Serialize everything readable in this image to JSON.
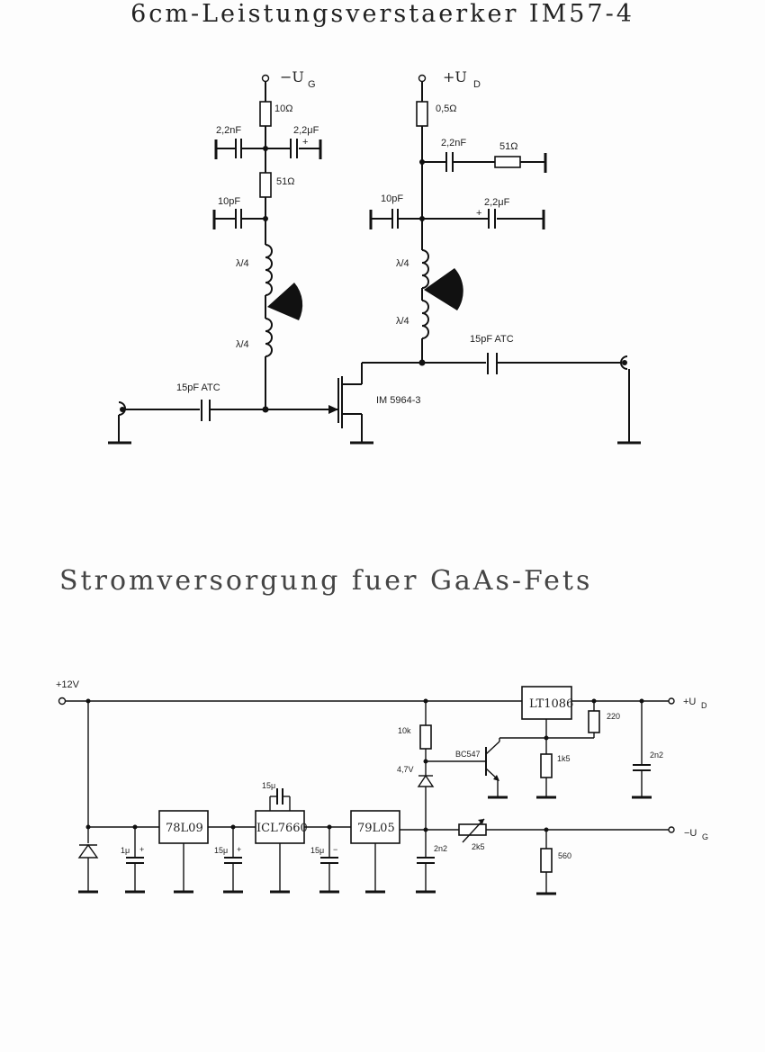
{
  "title_top": "6cm-Leistungsverstaerker IM57-4",
  "title_bottom": "Stromversorgung fuer GaAs-Fets",
  "amplifier": {
    "supply_gate_main": "−U",
    "supply_gate_sub": "G",
    "supply_drain_main": "+U",
    "supply_drain_sub": "D",
    "r_gate_top": "10Ω",
    "c_gate_2n2": "2,2nF",
    "c_gate_2u2": "2,2μF",
    "r_gate_51": "51Ω",
    "c_gate_10p": "10pF",
    "l_gate_1": "λ/4",
    "l_gate_2": "λ/4",
    "c_in": "15pF ATC",
    "r_drain_top": "0,5Ω",
    "c_drain_2n2": "2,2nF",
    "r_drain_51": "51Ω",
    "c_drain_10p": "10pF",
    "c_drain_2u2": "2,2μF",
    "l_drain_1": "λ/4",
    "l_drain_2": "λ/4",
    "c_out": "15pF ATC",
    "fet": "IM 5964-3",
    "plus_sign": "+"
  },
  "power_supply": {
    "input_label": "+12V",
    "reg_78": "78L09",
    "inverter": "ICL7660",
    "reg_79": "79L05",
    "reg_lt": "LT1086",
    "c_1u": "1μ",
    "c_15u_a": "15μ",
    "c_15u_top": "15μ",
    "c_15u_b": "15μ",
    "plus": "+",
    "minus": "−",
    "r_10k": "10k",
    "zener": "4,7V",
    "c_2n2_left": "2n2",
    "transistor": "BC547",
    "r_1k5": "1k5",
    "r_220": "220",
    "c_2n2_right": "2n2",
    "pot_2k5": "2k5",
    "r_560": "560",
    "out_drain_main": "+U",
    "out_drain_sub": "D",
    "out_gate_main": "−U",
    "out_gate_sub": "G"
  }
}
